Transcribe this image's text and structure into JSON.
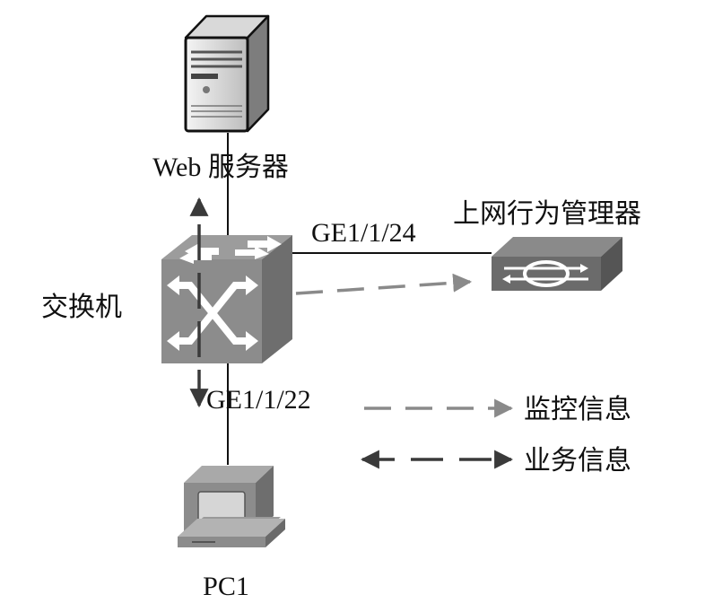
{
  "labels": {
    "web_server": "Web 服务器",
    "behavior_manager": "上网行为管理器",
    "switch": "交换机",
    "pc": "PC1",
    "port_top": "GE1/1/24",
    "port_bottom": "GE1/1/22"
  },
  "legend": {
    "monitor": "监控信息",
    "business": "业务信息"
  },
  "icons": {
    "server": "server-icon",
    "switch": "switch-icon",
    "manager": "network-appliance-icon",
    "pc": "desktop-computer-icon"
  },
  "colors": {
    "monitor_arrow": "#8a8a8a",
    "business_arrow": "#3a3a3a",
    "link_line": "#111111",
    "device_gray": "#8c8c8c"
  }
}
